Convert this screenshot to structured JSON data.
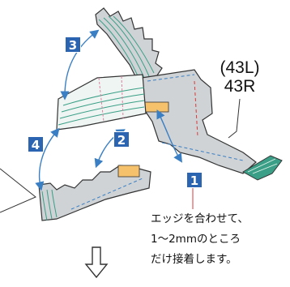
{
  "steps": [
    "1",
    "2",
    "3",
    "4"
  ],
  "part_label": {
    "line1": "(43L)",
    "line2": "43R"
  },
  "instruction": {
    "line1": "エッジを合わせて、",
    "line2": "1〜2mmのところ",
    "line3": "だけ接着します。"
  },
  "colors": {
    "badge": "#2b64b0",
    "part_fill": "#cfd3d6",
    "part_stroke": "#333333",
    "stripe_green": "#3a9f86",
    "stripe_pink": "#e07f9f",
    "tab_orange": "#f5c26b",
    "guide_blue": "#3a7fc4",
    "callout_red": "#d83a3a"
  },
  "icons": [
    "down-arrow-icon",
    "double-arrow-icon"
  ]
}
